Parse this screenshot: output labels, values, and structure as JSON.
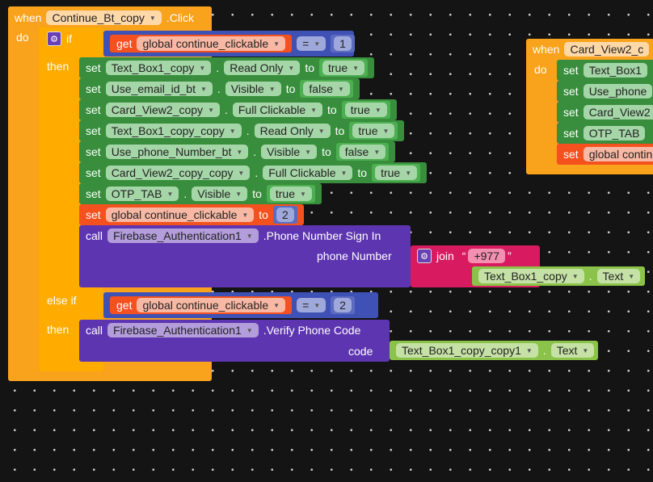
{
  "colors": {
    "event": "#f9a21b",
    "if": "#ffab00",
    "set": "#388e3c",
    "set_value": "#4caf50",
    "global": "#f4511e",
    "compare": "#3f51b5",
    "call": "#5e35b1",
    "join": "#d81b60",
    "getter": "#8bc34a"
  },
  "event1": {
    "when": "when",
    "component": "Continue_Bt_copy",
    "event": ".Click",
    "do": "do"
  },
  "ifblock": {
    "if": "if",
    "then": "then",
    "else_if": "else if",
    "then2": "then"
  },
  "cond1": {
    "get": "get",
    "var": "global continue_clickable",
    "op": "=",
    "value": "1"
  },
  "cond2": {
    "get": "get",
    "var": "global continue_clickable",
    "op": "=",
    "value": "2"
  },
  "sets": [
    {
      "set": "set",
      "component": "Text_Box1_copy",
      "property": "Read Only",
      "to": "to",
      "value": "true"
    },
    {
      "set": "set",
      "component": "Use_email_id_bt",
      "property": "Visible",
      "to": "to",
      "value": "false"
    },
    {
      "set": "set",
      "component": "Card_View2_copy",
      "property": "Full Clickable",
      "to": "to",
      "value": "true"
    },
    {
      "set": "set",
      "component": "Text_Box1_copy_copy",
      "property": "Read Only",
      "to": "to",
      "value": "true"
    },
    {
      "set": "set",
      "component": "Use_phone_Number_bt",
      "property": "Visible",
      "to": "to",
      "value": "false"
    },
    {
      "set": "set",
      "component": "Card_View2_copy_copy",
      "property": "Full Clickable",
      "to": "to",
      "value": "true"
    },
    {
      "set": "set",
      "component": "OTP_TAB",
      "property": "Visible",
      "to": "to",
      "value": "true"
    }
  ],
  "set_global": {
    "set": "set",
    "var": "global continue_clickable",
    "to": "to",
    "value": "2"
  },
  "call1": {
    "call": "call",
    "component": "Firebase_Authentication1",
    "method": ".Phone Number Sign In",
    "param": "phone Number",
    "join": "join",
    "text": "+977",
    "getter_component": "Text_Box1_copy",
    "getter_property": "Text"
  },
  "call2": {
    "call": "call",
    "component": "Firebase_Authentication1",
    "method": ".Verify Phone Code",
    "param": "code",
    "getter_component": "Text_Box1_copy_copy1",
    "getter_property": "Text"
  },
  "event2": {
    "when": "when",
    "component": "Card_View2_c",
    "do": "do",
    "sets": [
      {
        "set": "set",
        "component": "Text_Box1"
      },
      {
        "set": "set",
        "component": "Use_phone"
      },
      {
        "set": "set",
        "component": "Card_View2"
      },
      {
        "set": "set",
        "component": "OTP_TAB"
      },
      {
        "set": "set",
        "component": "global contin"
      }
    ]
  }
}
